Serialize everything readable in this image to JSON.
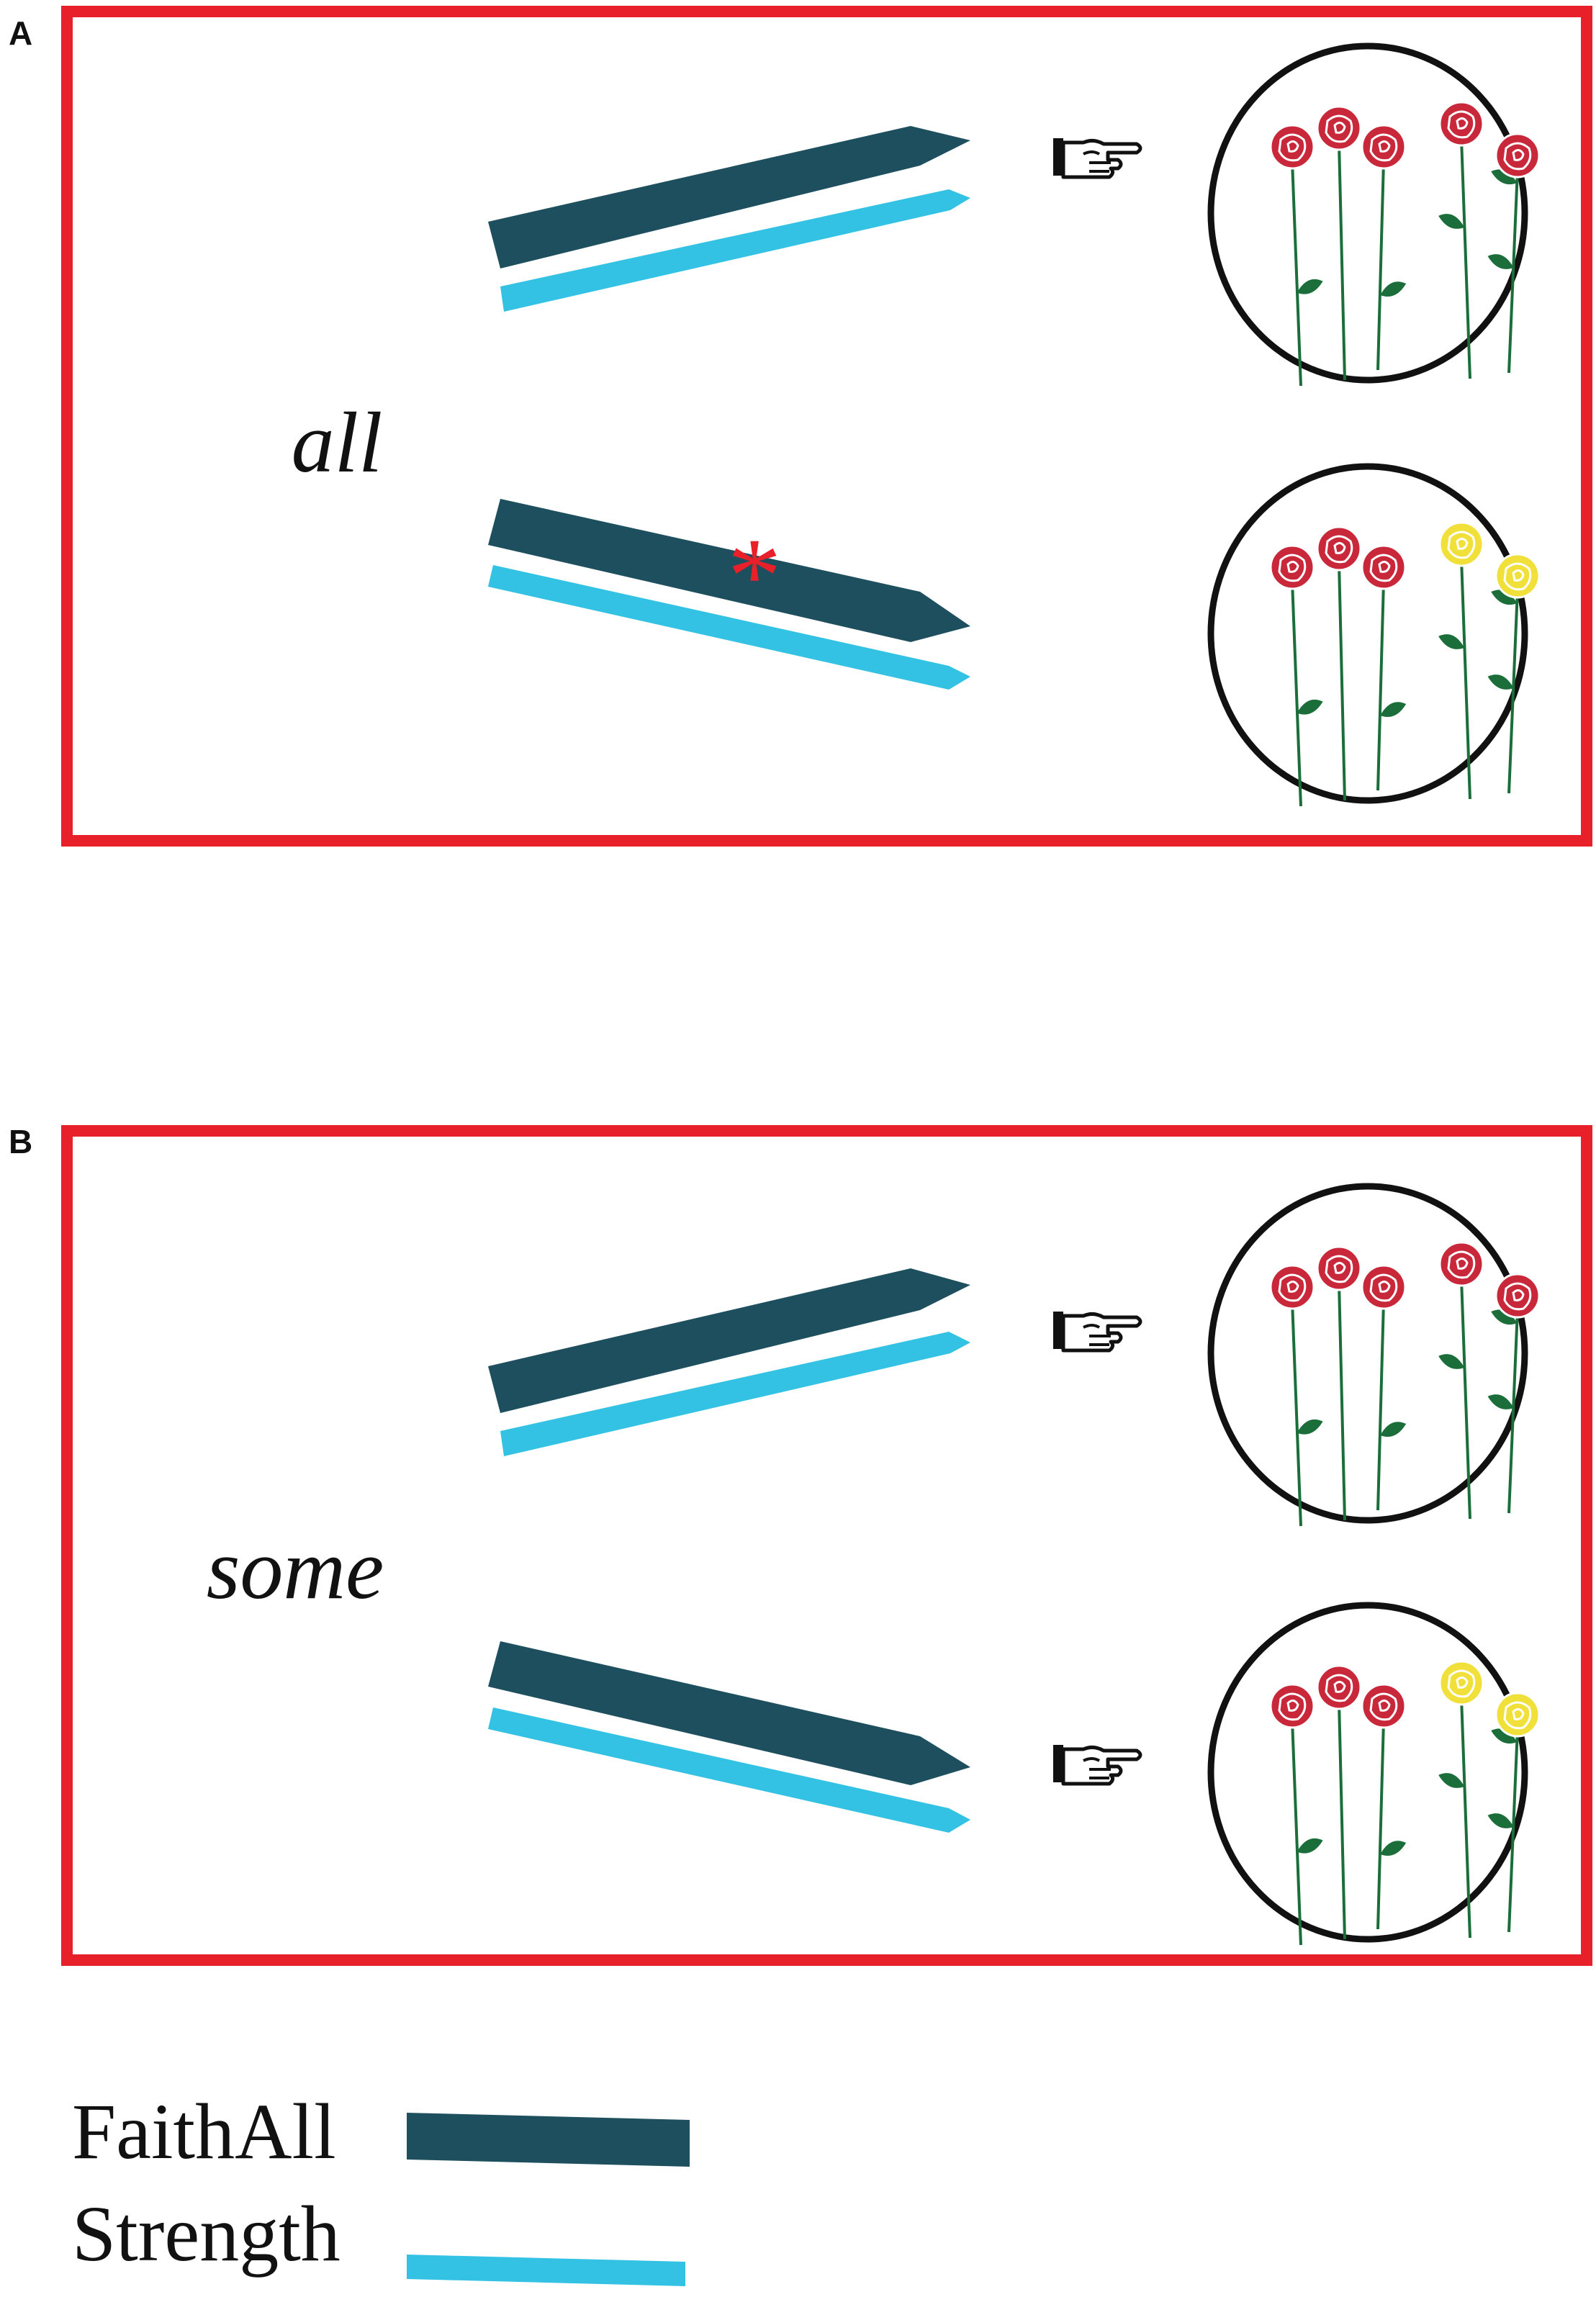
{
  "panels": [
    {
      "letter": "A",
      "quantifier": "all",
      "scenes": [
        {
          "flower_colors": [
            "red",
            "red",
            "red",
            "red",
            "red"
          ],
          "pointer": true,
          "violation_mark": ""
        },
        {
          "flower_colors": [
            "red",
            "red",
            "red",
            "yellow",
            "yellow"
          ],
          "pointer": false,
          "violation_mark": "*"
        }
      ]
    },
    {
      "letter": "B",
      "quantifier": "some",
      "scenes": [
        {
          "flower_colors": [
            "red",
            "red",
            "red",
            "red",
            "red"
          ],
          "pointer": true,
          "violation_mark": ""
        },
        {
          "flower_colors": [
            "red",
            "red",
            "red",
            "yellow",
            "yellow"
          ],
          "pointer": true,
          "violation_mark": ""
        }
      ]
    }
  ],
  "legend": [
    {
      "label": "FaithAll",
      "color": "#1e4f5e"
    },
    {
      "label": "Strength",
      "color": "#33c2e3"
    }
  ],
  "colors": {
    "frame": "#e8202a",
    "faithall": "#1e4f5e",
    "strength": "#33c2e3",
    "rose_red": "#c8283a",
    "rose_yellow": "#f2e03a",
    "stem": "#1b6e3a",
    "asterisk": "#e8202a"
  },
  "icons": {
    "pointer": "pointing-hand-icon",
    "flower": "rose-icon"
  }
}
